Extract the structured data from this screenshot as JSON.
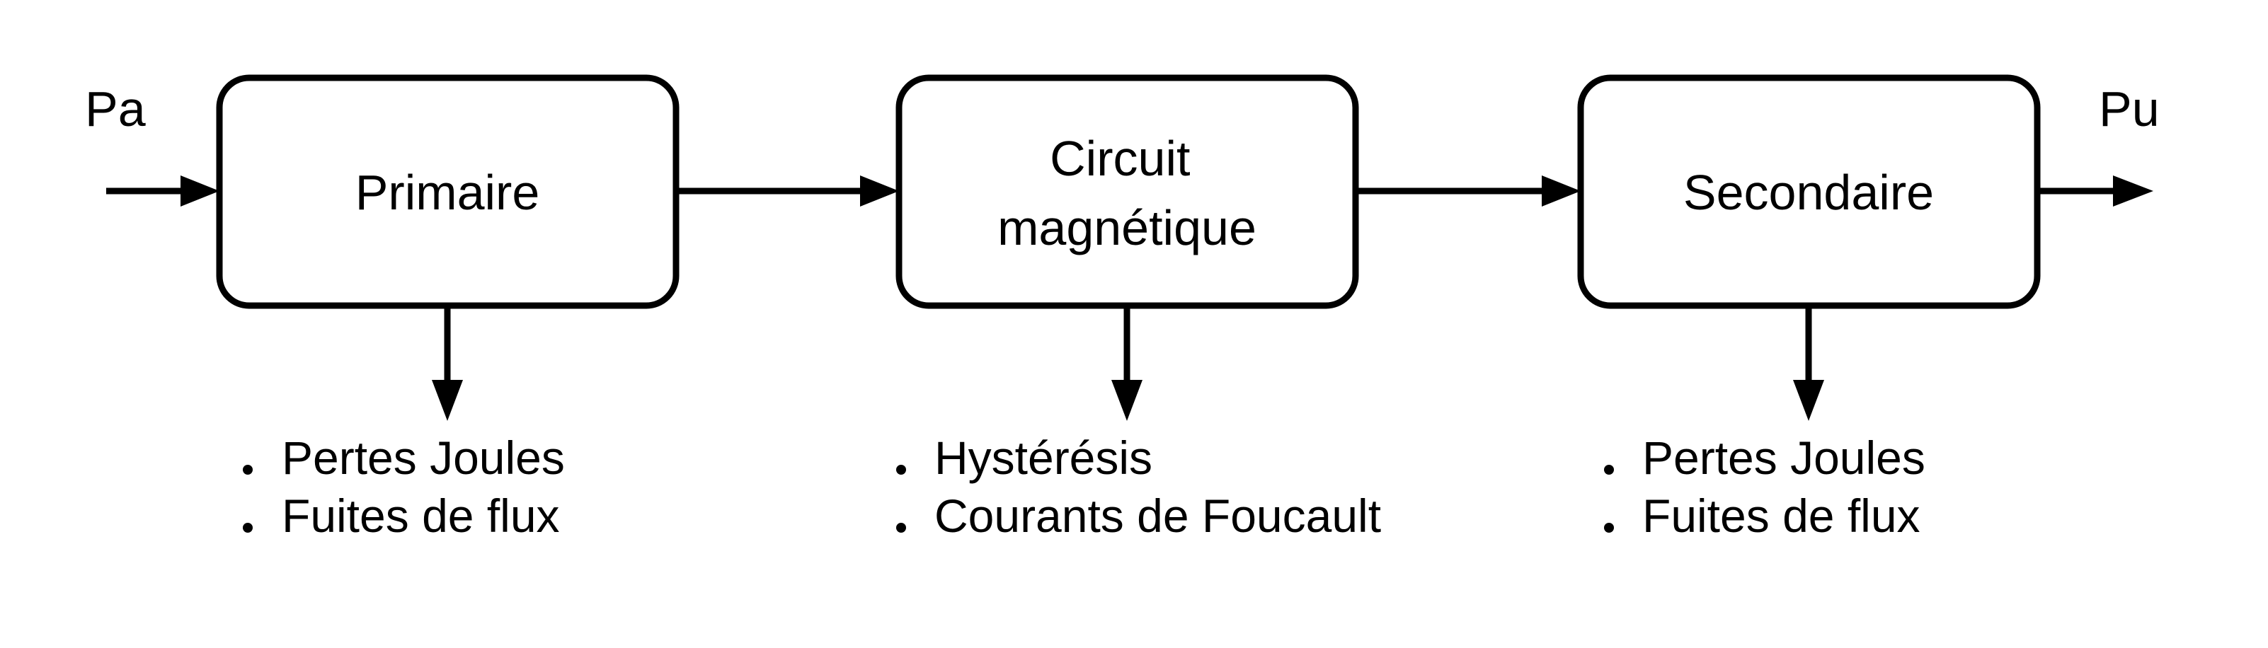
{
  "diagram": {
    "input_label": "Pa",
    "output_label": "Pu",
    "blocks": [
      {
        "label_lines": [
          "Primaire"
        ],
        "losses": [
          "Pertes Joules",
          "Fuites de flux"
        ]
      },
      {
        "label_lines": [
          "Circuit",
          "magnétique"
        ],
        "losses": [
          "Hystérésis",
          "Courants de Foucault"
        ]
      },
      {
        "label_lines": [
          "Secondaire"
        ],
        "losses": [
          "Pertes Joules",
          "Fuites de flux"
        ]
      }
    ]
  }
}
